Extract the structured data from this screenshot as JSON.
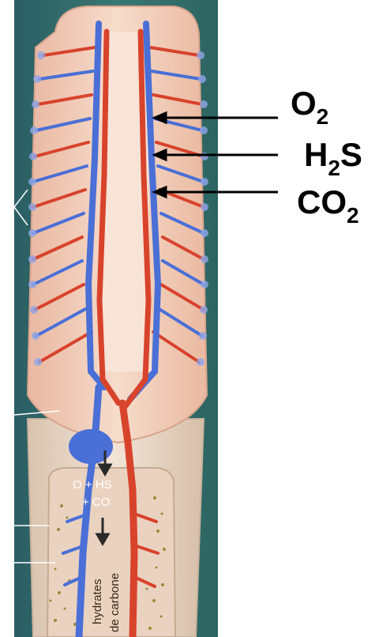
{
  "labels": {
    "o2": {
      "main": "O",
      "sub": "2"
    },
    "h2s": {
      "main": "H",
      "sub": "2",
      "rest": "S"
    },
    "co2": {
      "main": "CO",
      "sub": "2"
    }
  },
  "inner_labels": {
    "reaction_line1": "O + HS",
    "reaction_line2": "+ CO",
    "vertical_1": "hydrates",
    "vertical_2": "de carbone"
  },
  "colors": {
    "background_panel": "#2f6b6a",
    "tube": "#e7d7c8",
    "plume_tissue": "#f1cdb8",
    "artery": "#d8432c",
    "vein": "#4a6fd6",
    "label_text": "#000000",
    "arrow": "#000000"
  }
}
